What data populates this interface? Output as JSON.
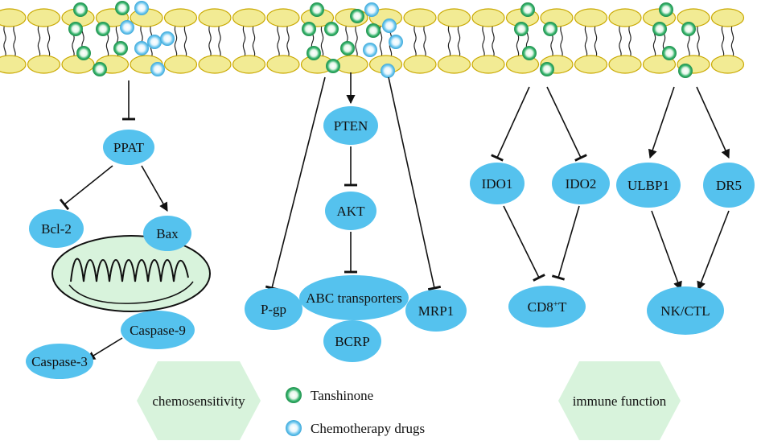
{
  "colors": {
    "node_fill": "#55c2ee",
    "hexagon_fill": "#d8f3dc",
    "lipid_head": "#f2eb94",
    "lipid_head_stroke": "#c9a800",
    "tanshinone": "#35b36c",
    "chemo_drug": "#6fc8ef",
    "mitochondrion_fill": "#d8f3dc"
  },
  "nodes": {
    "ppat": "PPAT",
    "bcl2": "Bcl-2",
    "bax": "Bax",
    "caspase9": "Caspase-9",
    "caspase3": "Caspase-3",
    "pten": "PTEN",
    "akt": "AKT",
    "abc": "ABC transporters",
    "pgp": "P-gp",
    "bcrp": "BCRP",
    "mrp1": "MRP1",
    "ido1": "IDO1",
    "ido2": "IDO2",
    "cd8_main": "CD8",
    "cd8_sup": "+",
    "cd8_tail": "T",
    "ulbp1": "ULBP1",
    "dr5": "DR5",
    "nkctl": "NK/CTL"
  },
  "outcomes": {
    "left": "chemosensitivity",
    "right": "immune function"
  },
  "legend": {
    "tanshinone": "Tanshinone",
    "chemo": "Chemotherapy drugs"
  }
}
